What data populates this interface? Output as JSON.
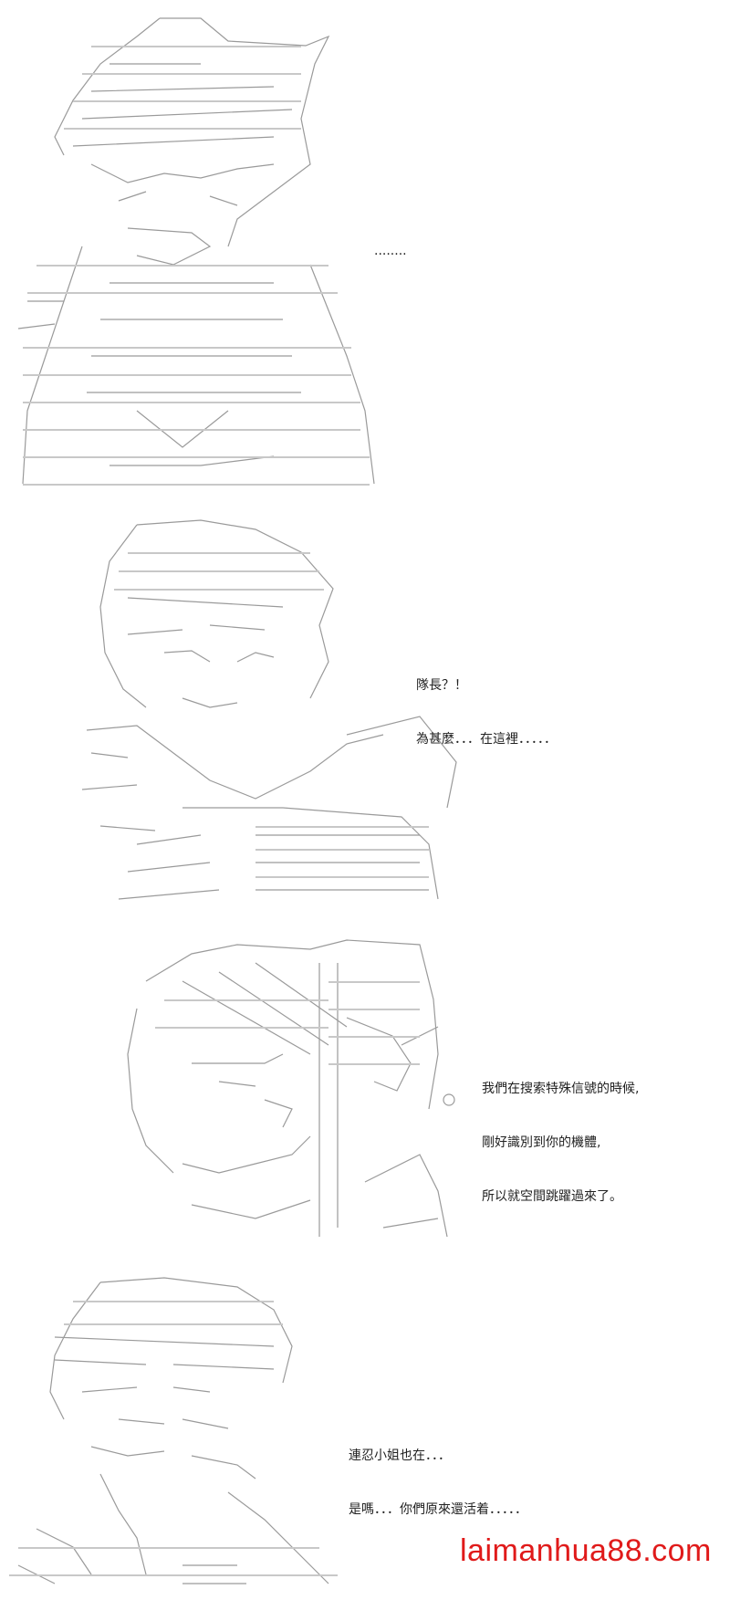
{
  "panels": [
    {
      "id": "panel-1",
      "dialog": [
        "........"
      ]
    },
    {
      "id": "panel-2",
      "dialog": [
        "隊長？！",
        "為甚麼．．．在這裡．．．．．"
      ]
    },
    {
      "id": "panel-3",
      "dialog": [
        "我們在搜索特殊信號的時候,",
        "剛好識別到你的機體,",
        "所以就空間跳躍過來了。"
      ]
    },
    {
      "id": "panel-4",
      "dialog": [
        "連忍小姐也在．．．",
        "是嗎．．．你們原來還活着．．．．．"
      ]
    }
  ],
  "watermark": "laimanhua88.com",
  "colors": {
    "ink": "#222222",
    "art_ink": "#9a9a9a",
    "watermark": "#e01a1a",
    "background": "#ffffff"
  }
}
